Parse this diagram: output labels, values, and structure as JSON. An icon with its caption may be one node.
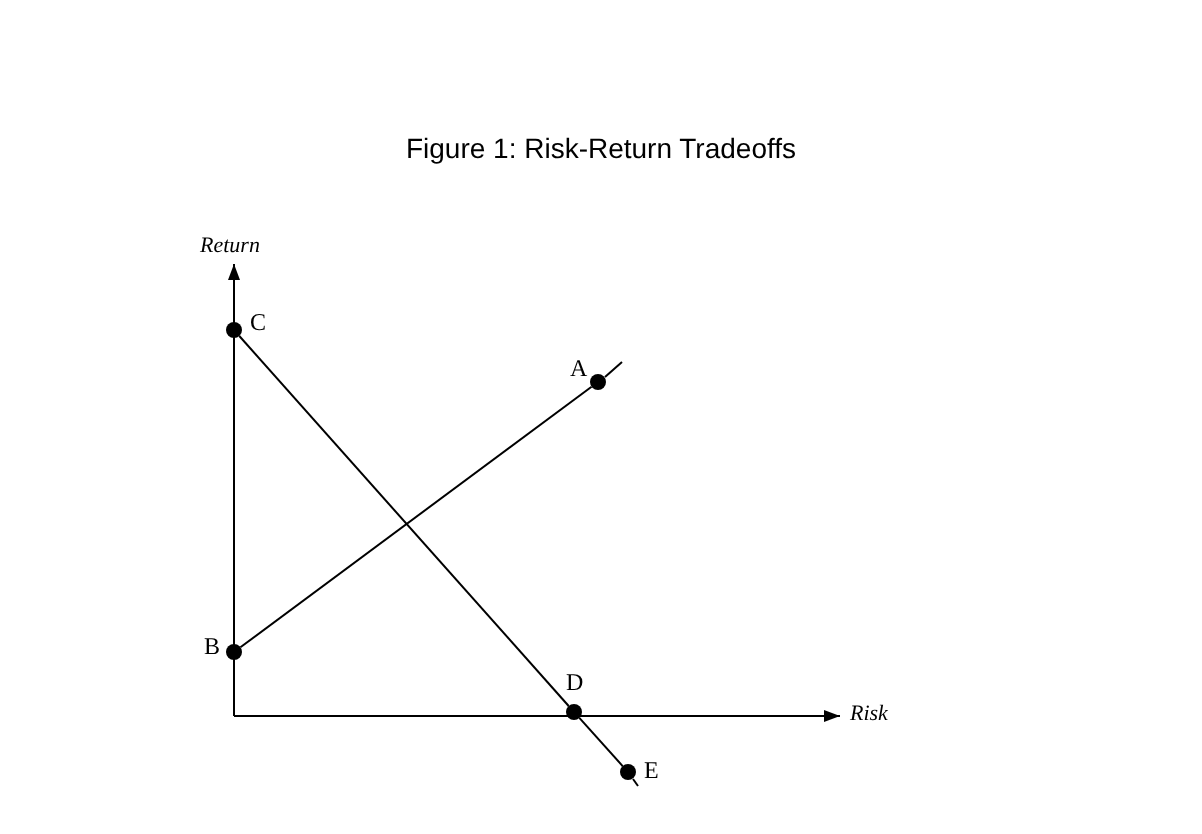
{
  "diagram": {
    "title": "Figure 1: Risk-Return Tradeoffs",
    "nodes": [
      {
        "text": [
          "C"
        ]
      },
      {
        "text": [
          "A"
        ]
      },
      {
        "text": [
          "B"
        ]
      },
      {
        "text": [
          "D"
        ]
      },
      {
        "text": [
          "E"
        ]
      }
    ],
    "edges": [
      {
        "from": 2,
        "to": 1,
        "arrow": "none"
      },
      {
        "from": 0,
        "to": 3,
        "arrow": "none"
      },
      {
        "from": 3,
        "to": 4,
        "arrow": "none"
      }
    ],
    "labels": [
      "Return",
      "Risk"
    ]
  }
}
